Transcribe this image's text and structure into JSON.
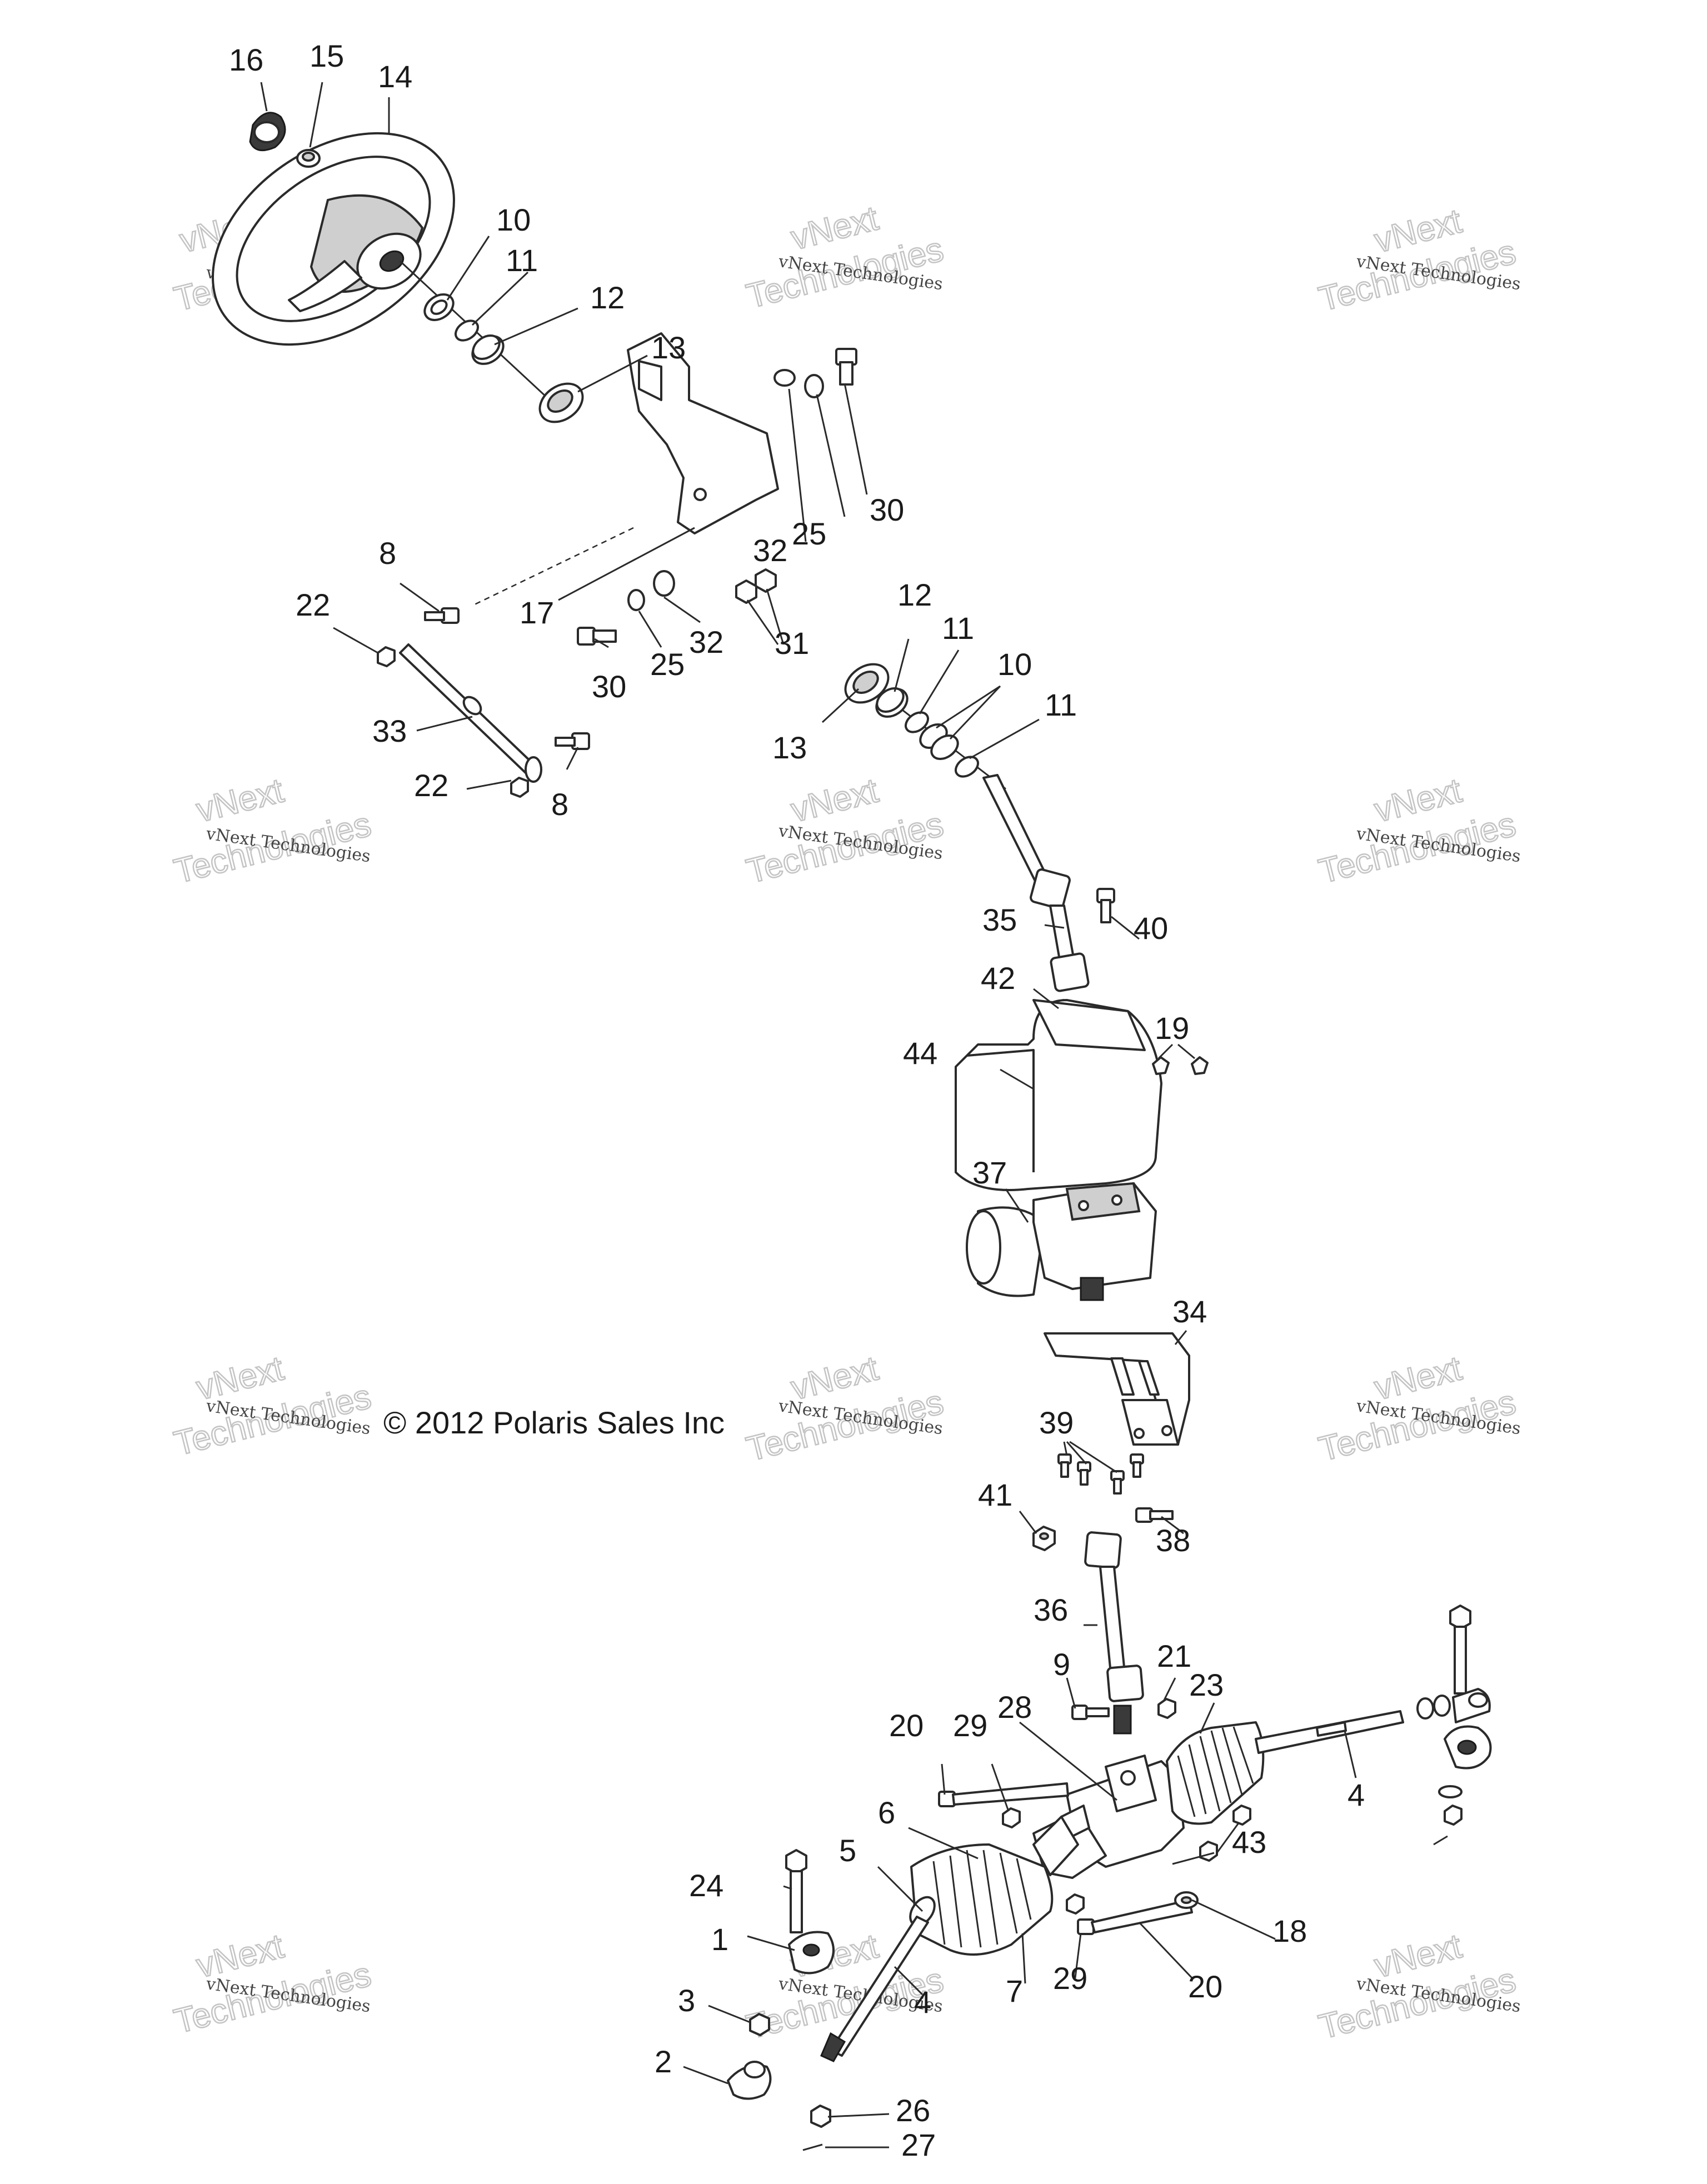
{
  "copyright": "© 2012 Polaris Sales Inc",
  "watermark": {
    "line1": "vNext Technologies",
    "line2": "vNext",
    "line3": "Technologies"
  },
  "callouts": {
    "c1": "1",
    "c2": "2",
    "c3": "3",
    "c4": "4",
    "c5": "5",
    "c6": "6",
    "c7": "7",
    "c8": "8",
    "c9": "9",
    "c10": "10",
    "c11": "11",
    "c12": "12",
    "c13": "13",
    "c14": "14",
    "c15": "15",
    "c16": "16",
    "c17": "17",
    "c18": "18",
    "c19": "19",
    "c20": "20",
    "c21": "21",
    "c22": "22",
    "c23": "23",
    "c24": "24",
    "c25": "25",
    "c26": "26",
    "c27": "27",
    "c28": "28",
    "c29": "29",
    "c30": "30",
    "c31": "31",
    "c32": "32",
    "c33": "33",
    "c34": "34",
    "c35": "35",
    "c36": "36",
    "c37": "37",
    "c38": "38",
    "c39": "39",
    "c40": "40",
    "c41": "41",
    "c42": "42",
    "c43": "43",
    "c44": "44"
  }
}
